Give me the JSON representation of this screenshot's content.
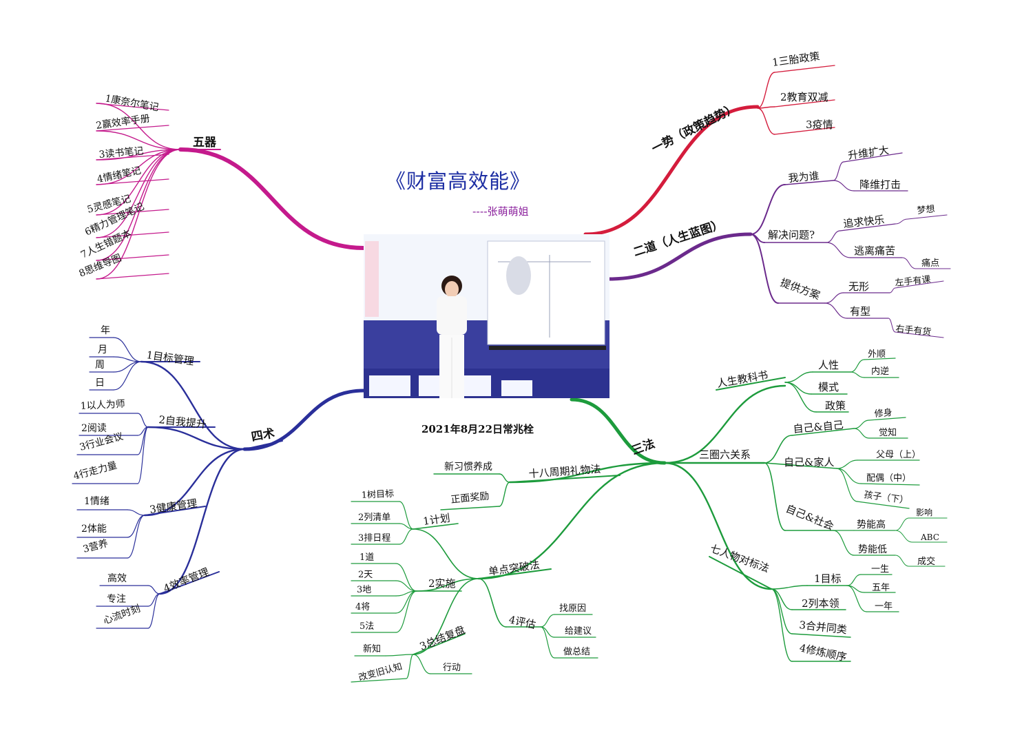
{
  "title": "《财富高效能》",
  "author": "----张萌萌姐",
  "date": "2021年8月22日常兆栓",
  "colors": {
    "wuqi": "#c41a8c",
    "yishi": "#d41c3c",
    "erdao": "#6b2a8c",
    "sishu": "#2a2f9a",
    "sanfa": "#1d9b3c"
  },
  "branches": {
    "wuqi": {
      "label": "五器",
      "items": [
        "1康奈尔笔记",
        "2赢效率手册",
        "3读书笔记",
        "4情绪笔记",
        "5灵感笔记",
        "6精力管理笔记",
        "7人生错题本",
        "8思维导图"
      ]
    },
    "yishi": {
      "label": "一势（政策趋势）",
      "items": [
        "1三胎政策",
        "2教育双减",
        "3疫情"
      ]
    },
    "erdao": {
      "label": "二道（人生蓝图）",
      "who": {
        "label": "我为谁",
        "items": [
          "升维扩大",
          "降维打击"
        ]
      },
      "solve": {
        "label": "解决问题?",
        "items": [
          {
            "label": "追求快乐",
            "leaf": "梦想"
          },
          {
            "label": "逃离痛苦",
            "leaf": "痛点"
          }
        ]
      },
      "offer": {
        "label": "提供方案",
        "items": [
          {
            "label": "无形",
            "leaf": "左手有课"
          },
          {
            "label": "有型",
            "leaf": "右手有货"
          }
        ]
      }
    },
    "sishu": {
      "label": "四术",
      "goal": {
        "label": "1目标管理",
        "items": [
          "年",
          "月",
          "周",
          "日"
        ]
      },
      "self": {
        "label": "2自我提升",
        "items": [
          "1以人为师",
          "2阅读",
          "3行业会议",
          "4行走力量"
        ]
      },
      "health": {
        "label": "3健康管理",
        "items": [
          "1情绪",
          "2体能",
          "3营养"
        ]
      },
      "eff": {
        "label": "4效率管理",
        "items": [
          "高效",
          "专注",
          "心流时刻"
        ]
      }
    },
    "sanfa": {
      "label": "三法",
      "book": {
        "label": "人生教科书",
        "renxing": "人性",
        "renxing_items": [
          "外顺",
          "内逆"
        ],
        "mode": "模式",
        "policy": "政策"
      },
      "circle": {
        "label": "三圈六关系",
        "self": {
          "label": "自己&自己",
          "items": [
            "修身",
            "觉知"
          ]
        },
        "family": {
          "label": "自己&家人",
          "items": [
            "父母（上）",
            "配偶（中）",
            "孩子（下）"
          ]
        },
        "society": {
          "label": "自己&社会",
          "high": {
            "label": "势能高",
            "items": [
              "影响",
              "ABC"
            ]
          },
          "low": {
            "label": "势能低",
            "items": [
              "成交"
            ]
          }
        }
      },
      "seven": {
        "label": "七人物对标法",
        "goal": {
          "label": "1目标",
          "items": [
            "一生",
            "五年",
            "一年"
          ]
        },
        "items": [
          "2列本领",
          "3合并同类",
          "4修炼顺序"
        ]
      },
      "eighteen": {
        "label": "十八周期礼物法",
        "items": [
          "新习惯养成",
          "正面奖励"
        ]
      },
      "single": {
        "label": "单点突破法",
        "plan": {
          "label": "1计划",
          "items": [
            "1树目标",
            "2列清单",
            "3排日程"
          ]
        },
        "impl": {
          "label": "2实施",
          "items": [
            "1道",
            "2天",
            "3地",
            "4将",
            "5法"
          ]
        },
        "review": {
          "label": "3总结复盘",
          "items": [
            "新知",
            "改变旧认知",
            "行动"
          ]
        },
        "eval": {
          "label": "4评估",
          "items": [
            "找原因",
            "给建议",
            "做总结"
          ]
        }
      }
    }
  }
}
